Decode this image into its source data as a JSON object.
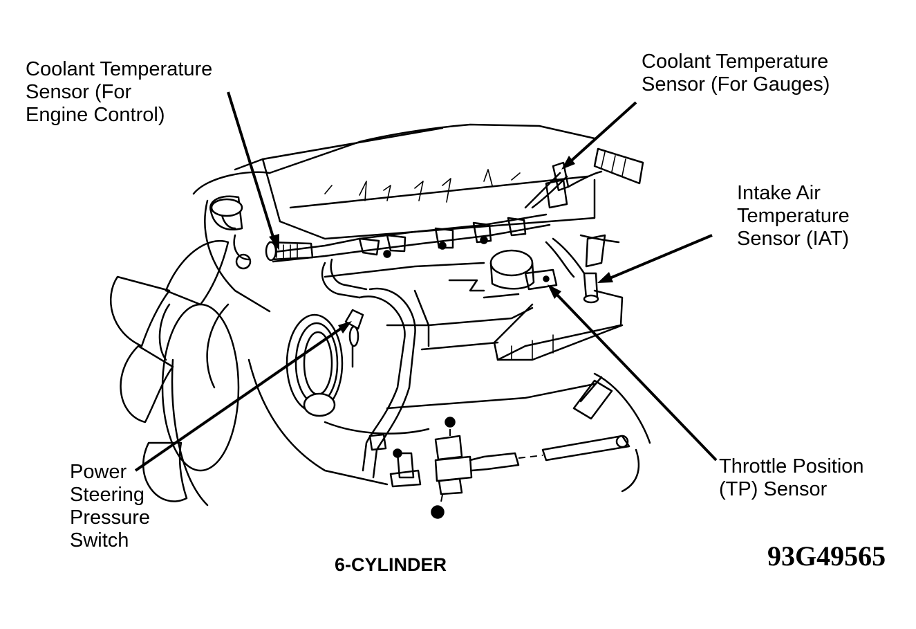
{
  "labels": {
    "coolant_engine": [
      "Coolant Temperature",
      "Sensor (For",
      "Engine Control)"
    ],
    "coolant_gauges": [
      "Coolant Temperature",
      "Sensor (For Gauges)"
    ],
    "iat": [
      "Intake Air",
      "Temperature",
      "Sensor (IAT)"
    ],
    "tp": [
      "Throttle Position",
      "(TP) Sensor"
    ],
    "ps_switch": [
      "Power",
      "Steering",
      "Pressure",
      "Switch"
    ]
  },
  "caption": "6-CYLINDER",
  "figure_id": "93G49565"
}
